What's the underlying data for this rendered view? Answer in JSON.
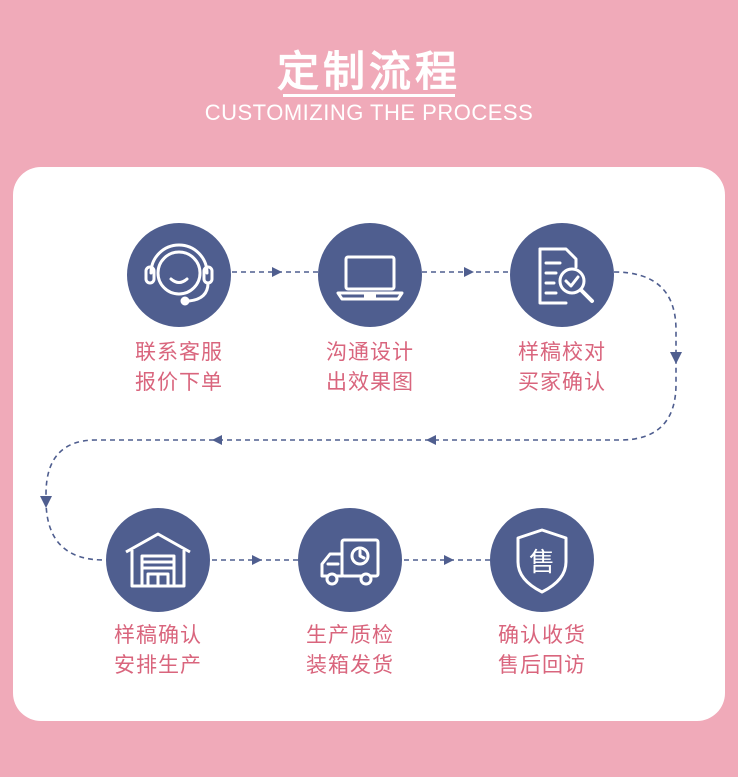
{
  "header": {
    "title": "定制流程",
    "subtitle": "CUSTOMIZING THE PROCESS"
  },
  "colors": {
    "background": "#f0aab9",
    "card": "#ffffff",
    "circle": "#4f5e8f",
    "label": "#d9657d",
    "connector": "#4f5e8f"
  },
  "steps": [
    {
      "icon": "headset-icon",
      "line1": "联系客服",
      "line2": "报价下单"
    },
    {
      "icon": "laptop-icon",
      "line1": "沟通设计",
      "line2": "出效果图"
    },
    {
      "icon": "document-search-icon",
      "line1": "样稿校对",
      "line2": "买家确认"
    },
    {
      "icon": "warehouse-icon",
      "line1": "样稿确认",
      "line2": "安排生产"
    },
    {
      "icon": "delivery-truck-icon",
      "line1": "生产质检",
      "line2": "装箱发货"
    },
    {
      "icon": "shield-sale-icon",
      "line1": "确认收货",
      "line2": "售后回访",
      "glyph": "售"
    }
  ]
}
